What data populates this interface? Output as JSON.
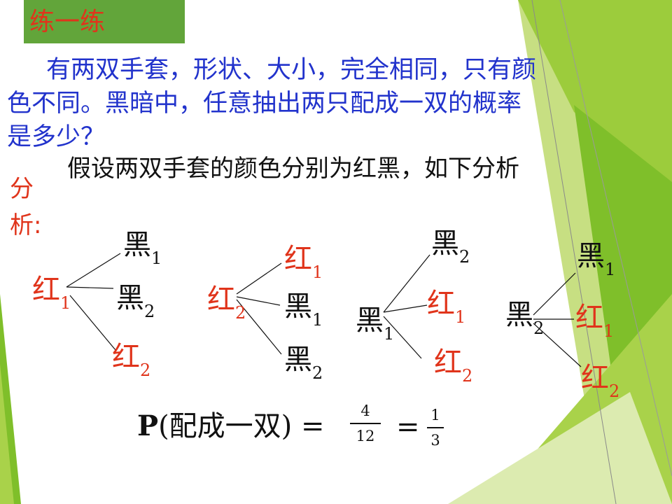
{
  "title": "练一练",
  "problem_text": {
    "line1": "有两双手套，形状、大小，完全相同，只有颜",
    "line2": "色不同。黑暗中，任意抽出两只配成一双的概率",
    "line3": "是多少？"
  },
  "assumption": "假设两双手套的颜色分别为红黑，如下分析",
  "analysis_label": "分析:",
  "trees": [
    {
      "root": {
        "char": "红",
        "sub": "1",
        "color": "#e0341b"
      },
      "branches": [
        {
          "char": "黑",
          "sub": "1",
          "color": "#111111"
        },
        {
          "char": "黑",
          "sub": "2",
          "color": "#111111"
        },
        {
          "char": "红",
          "sub": "2",
          "color": "#e0341b"
        }
      ]
    },
    {
      "root": {
        "char": "红",
        "sub": "2",
        "color": "#e0341b"
      },
      "branches": [
        {
          "char": "红",
          "sub": "1",
          "color": "#e0341b"
        },
        {
          "char": "黑",
          "sub": "1",
          "color": "#111111"
        },
        {
          "char": "黑",
          "sub": "2",
          "color": "#111111"
        }
      ]
    },
    {
      "root": {
        "char": "黑",
        "sub": "1",
        "color": "#111111"
      },
      "branches": [
        {
          "char": "黑",
          "sub": "2",
          "color": "#111111"
        },
        {
          "char": "红",
          "sub": "1",
          "color": "#e0341b"
        },
        {
          "char": "红",
          "sub": "2",
          "color": "#e0341b"
        }
      ]
    },
    {
      "root": {
        "char": "黑",
        "sub": "2",
        "color": "#111111"
      },
      "branches": [
        {
          "char": "黑",
          "sub": "1",
          "color": "#111111"
        },
        {
          "char": "红",
          "sub": "1",
          "color": "#e0341b"
        },
        {
          "char": "红",
          "sub": "2",
          "color": "#e0341b"
        }
      ]
    }
  ],
  "formula": {
    "p": "P",
    "label": "(配成一双)",
    "eq": "=",
    "frac1": {
      "num": "4",
      "den": "12"
    },
    "frac2": {
      "num": "1",
      "den": "3"
    }
  },
  "colors": {
    "green": "#62a53a",
    "lightGreen": "#c5dc7a",
    "red": "#e0341b",
    "blue": "#2233cc"
  }
}
